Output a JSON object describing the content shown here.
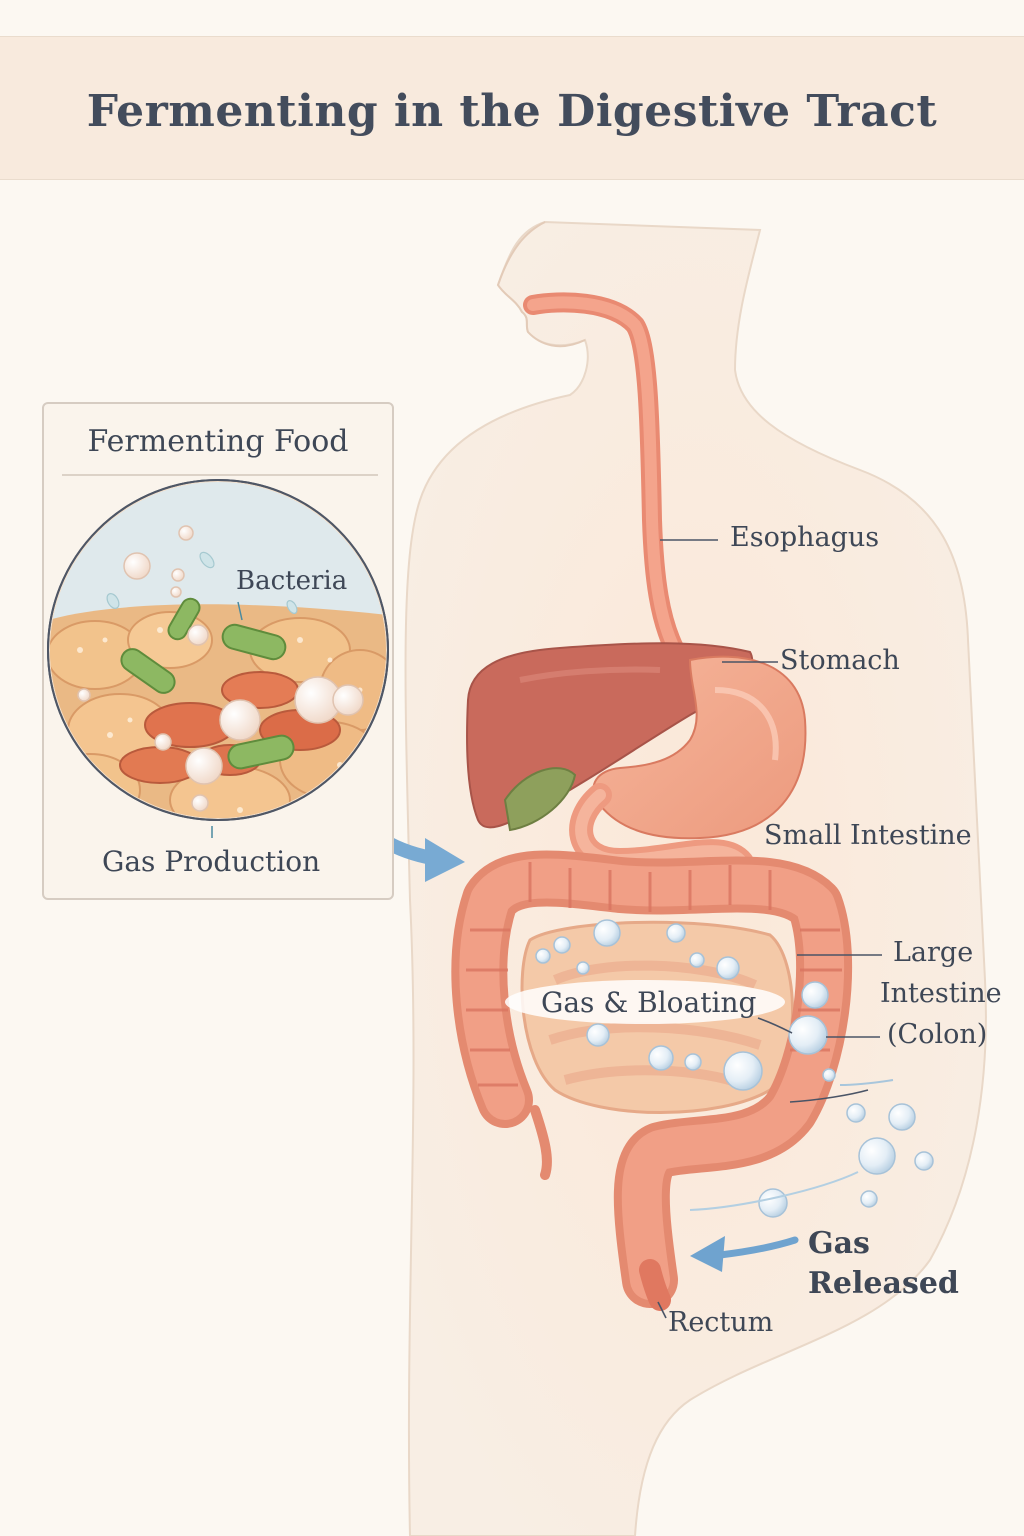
{
  "title": "Fermenting in the Digestive Tract",
  "inset": {
    "title": "Fermenting Food",
    "bacteria_label": "Bacteria",
    "gas_label": "Gas Production"
  },
  "labels": {
    "esophagus": "Esophagus",
    "stomach": "Stomach",
    "small_intestine": "Small Intestine",
    "large_intestine_1": "Large",
    "large_intestine_2": "Intestine",
    "large_intestine_3": "(Colon)",
    "gas_bloating": "Gas & Bloating",
    "gas_released_1": "Gas",
    "gas_released_2": "Released",
    "rectum": "Rectum"
  },
  "colors": {
    "organ": "#f0a088",
    "organ_dark": "#dc7a62",
    "liver": "#c96a5c",
    "bacteria": "#8db862",
    "arrow": "#6fa3cf",
    "bubble": "#dbe8f2"
  }
}
